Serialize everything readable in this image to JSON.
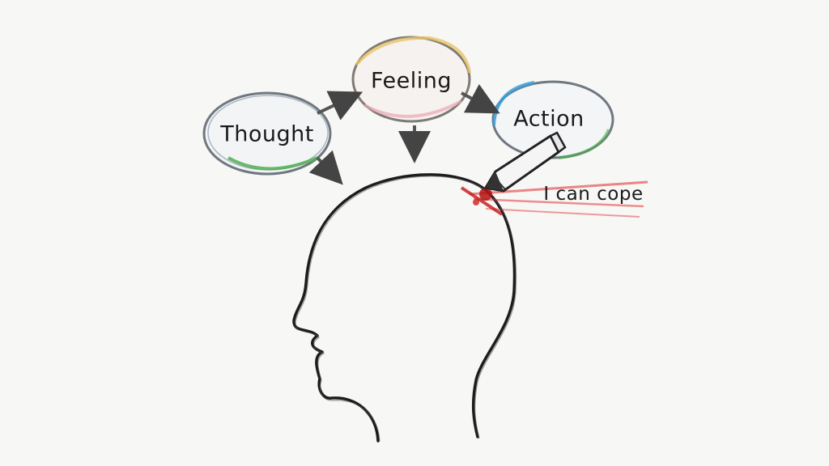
{
  "diagram": {
    "nodes": {
      "thought": "Thought",
      "feeling": "Feeling",
      "action": "Action"
    },
    "annotation": "I can cope"
  },
  "colors": {
    "ink": "#222222",
    "thought_accent": "#4caf50",
    "feeling_accent": "#e8c36a",
    "action_accent": "#3a9fd8",
    "marker_red": "#e0282a"
  }
}
